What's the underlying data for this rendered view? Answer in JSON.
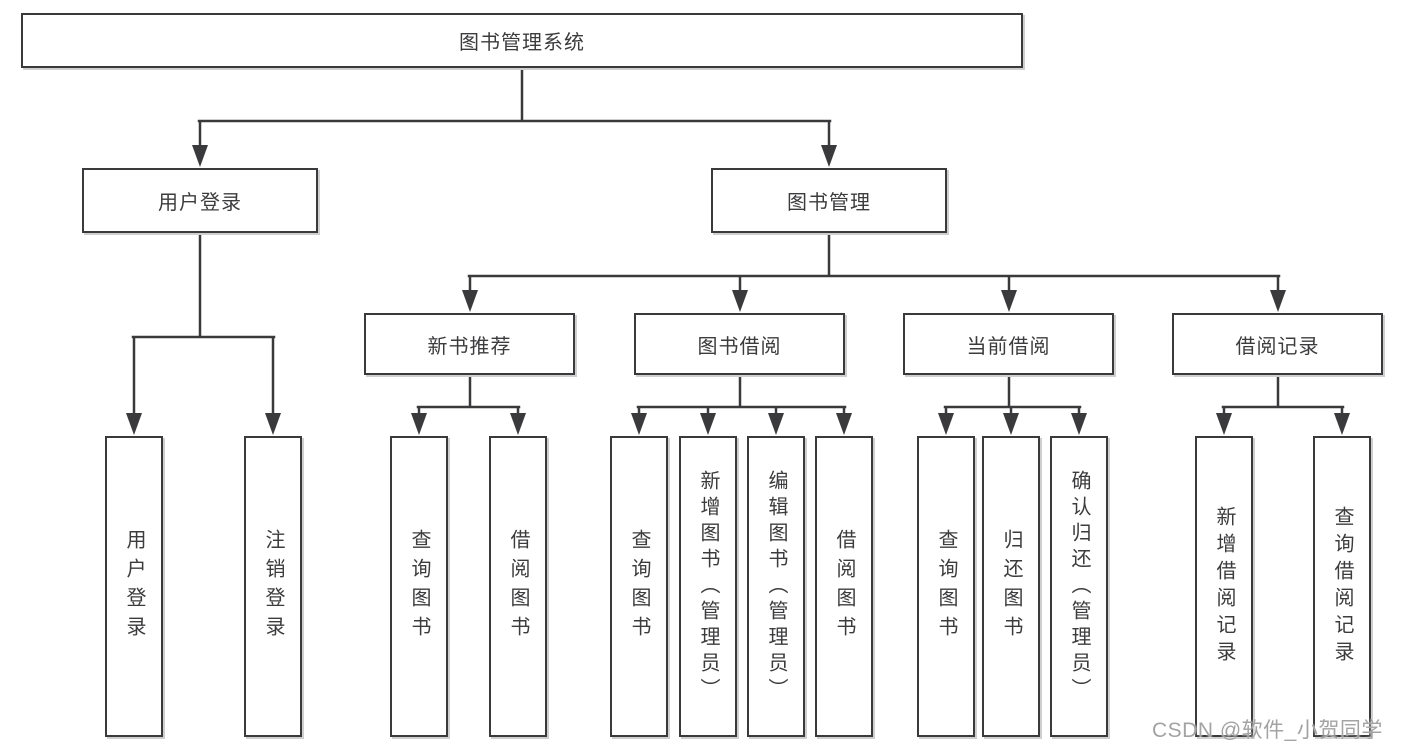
{
  "diagram": {
    "root": {
      "label": "图书管理系统"
    },
    "branches": [
      {
        "label": "用户登录",
        "children": [
          {
            "label": "用户登录"
          },
          {
            "label": "注销登录"
          }
        ]
      },
      {
        "label": "图书管理",
        "sections": [
          {
            "label": "新书推荐",
            "children": [
              {
                "label": "查询图书"
              },
              {
                "label": "借阅图书"
              }
            ]
          },
          {
            "label": "图书借阅",
            "children": [
              {
                "label": "查询图书"
              },
              {
                "label": "新增图书（管理员）"
              },
              {
                "label": "编辑图书（管理员）"
              },
              {
                "label": "借阅图书"
              }
            ]
          },
          {
            "label": "当前借阅",
            "children": [
              {
                "label": "查询图书"
              },
              {
                "label": "归还图书"
              },
              {
                "label": "确认归还（管理员）"
              }
            ]
          },
          {
            "label": "借阅记录",
            "children": [
              {
                "label": "新增借阅记录"
              },
              {
                "label": "查询借阅记录"
              }
            ]
          }
        ]
      }
    ],
    "colors": {
      "line": "#3a3a3c",
      "box_fill": "#ffffff",
      "text": "#3c3c3e"
    }
  },
  "watermark": {
    "text": "CSDN @软件_小贺同学"
  }
}
